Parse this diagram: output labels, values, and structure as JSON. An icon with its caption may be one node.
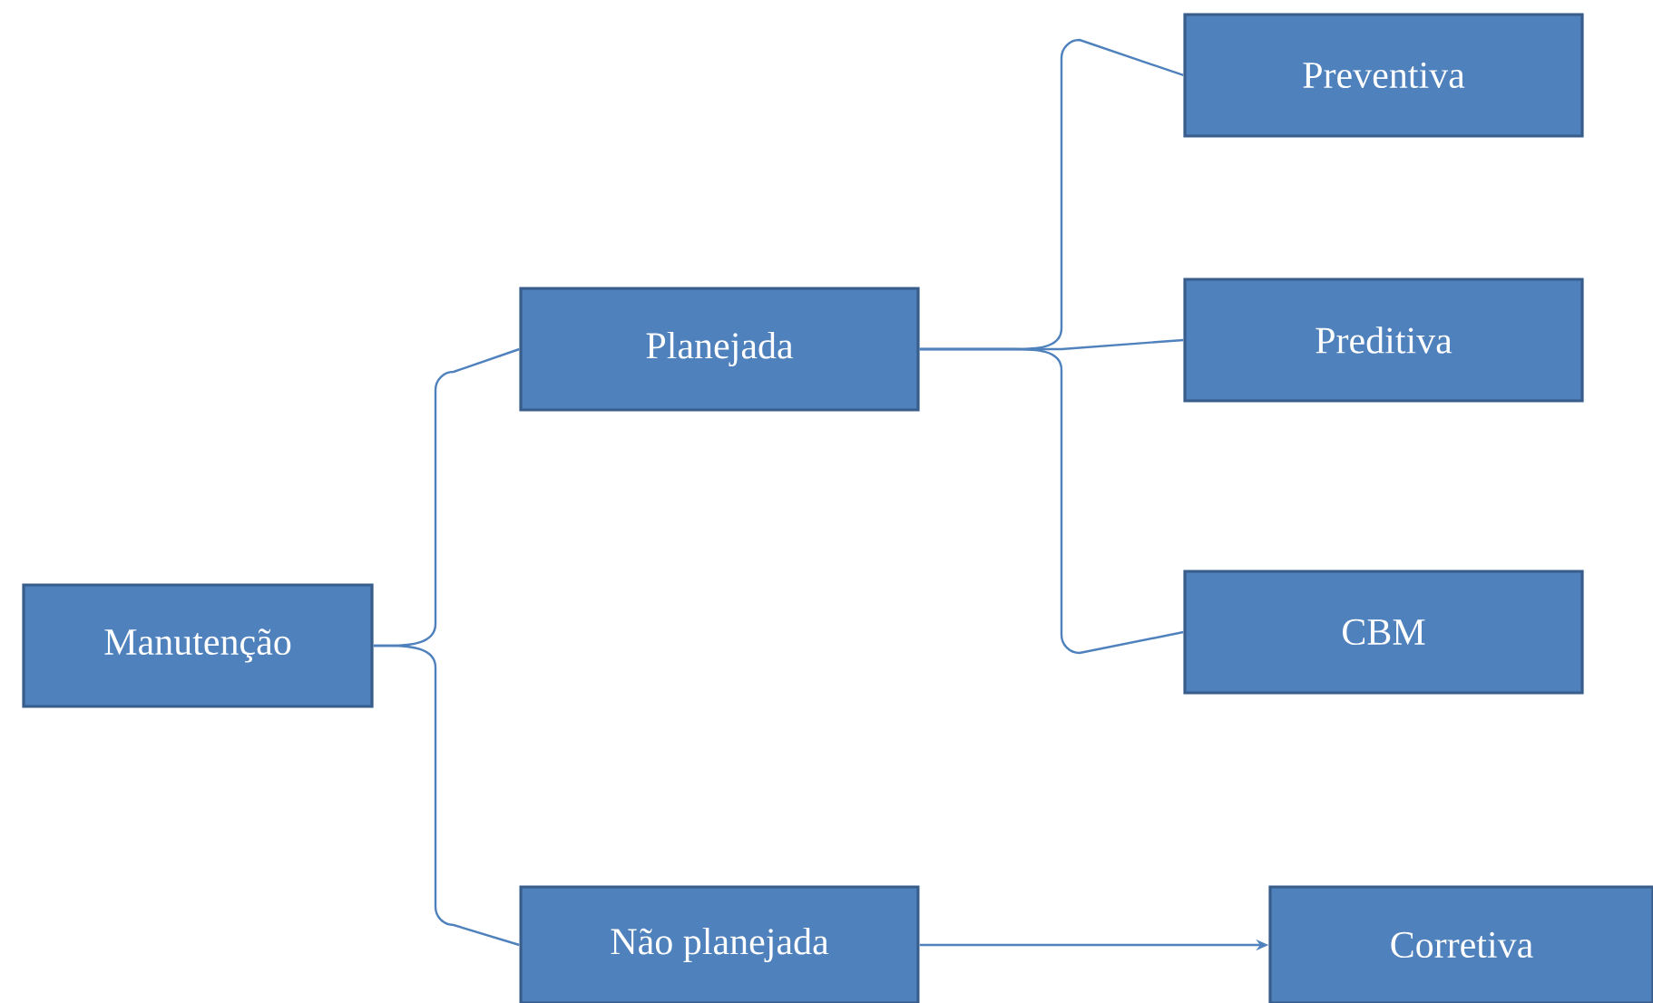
{
  "diagram": {
    "nodes": [
      {
        "text": [
          "Manutenção"
        ]
      },
      {
        "text": [
          "Planejada"
        ]
      },
      {
        "text": [
          "Não planejada"
        ]
      },
      {
        "text": [
          "Preventiva"
        ]
      },
      {
        "text": [
          "Preditiva"
        ]
      },
      {
        "text": [
          "CBM"
        ]
      },
      {
        "text": [
          "Corretiva"
        ]
      }
    ],
    "edges": [
      {
        "from": 0,
        "to": 1,
        "arrow": "none"
      },
      {
        "from": 0,
        "to": 2,
        "arrow": "none"
      },
      {
        "from": 1,
        "to": 3,
        "arrow": "none"
      },
      {
        "from": 1,
        "to": 4,
        "arrow": "none"
      },
      {
        "from": 1,
        "to": 5,
        "arrow": "none"
      },
      {
        "from": 2,
        "to": 6,
        "arrow": "to"
      }
    ]
  }
}
